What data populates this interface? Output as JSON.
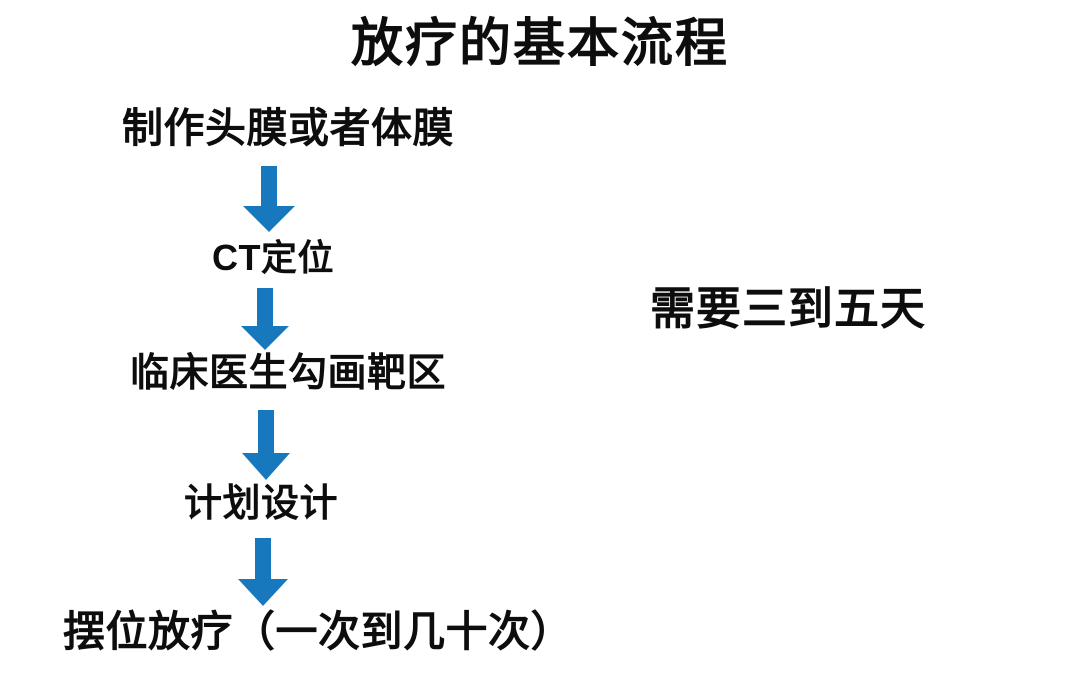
{
  "slide": {
    "title": "放疗的基本流程",
    "background_color": "#ffffff",
    "text_color": "#0d0d0d",
    "arrow_color": "#1878be"
  },
  "flow": {
    "steps": [
      {
        "id": "step-1",
        "label": "制作头膜或者体膜"
      },
      {
        "id": "step-2",
        "label": "CT定位"
      },
      {
        "id": "step-3",
        "label": "临床医生勾画靶区"
      },
      {
        "id": "step-4",
        "label": "计划设计"
      },
      {
        "id": "step-5",
        "label": "摆位放疗（一次到几十次）"
      }
    ],
    "connectors": [
      {
        "id": "arrow-1",
        "icon": "down-arrow-icon"
      },
      {
        "id": "arrow-2",
        "icon": "down-arrow-icon"
      },
      {
        "id": "arrow-3",
        "icon": "down-arrow-icon"
      },
      {
        "id": "arrow-4",
        "icon": "down-arrow-icon"
      }
    ]
  },
  "annotation": {
    "duration_note": "需要三到五天"
  }
}
